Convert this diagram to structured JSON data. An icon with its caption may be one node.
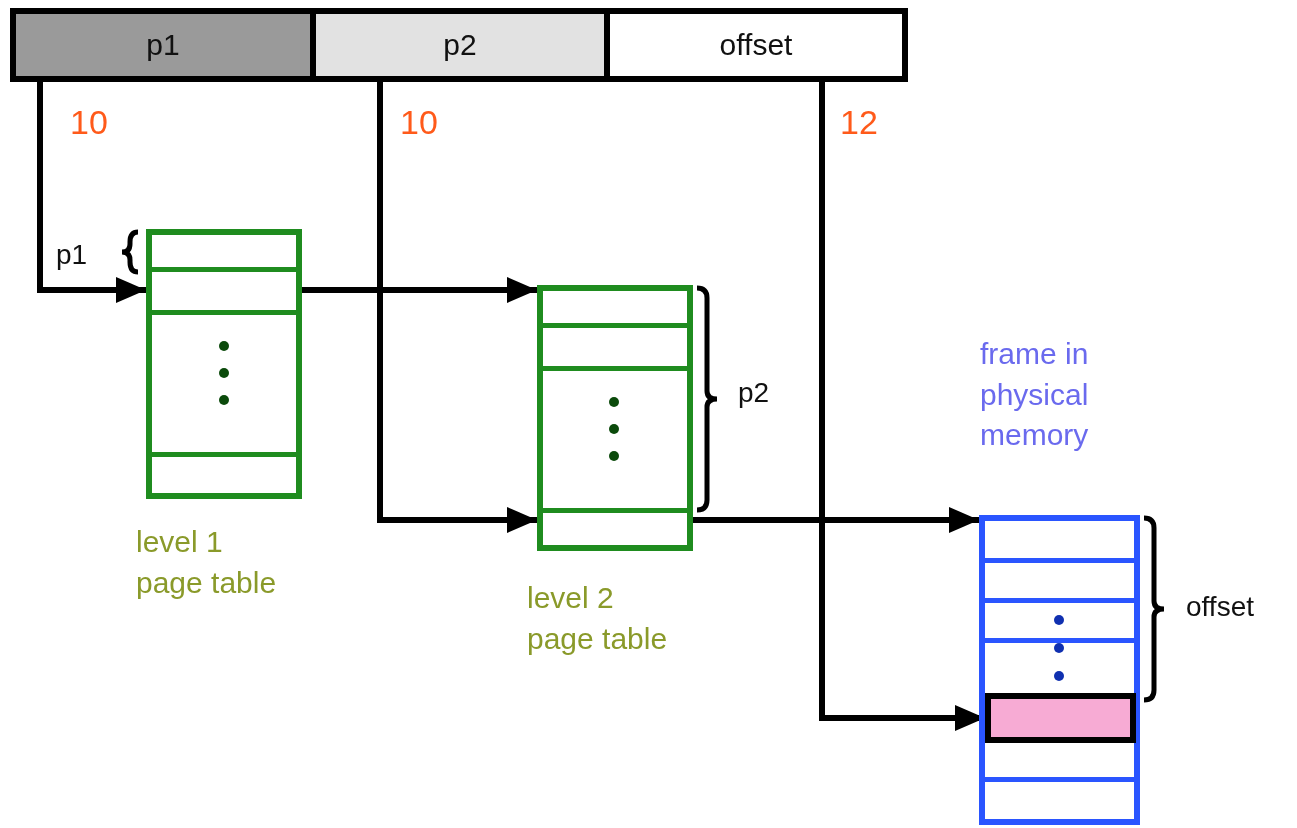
{
  "diagram": {
    "nodes": [
      {
        "text": [
          "p1"
        ]
      },
      {
        "text": [
          "p2"
        ]
      },
      {
        "text": [
          "offset"
        ]
      },
      {
        "text": [],
        "shape": "box",
        "beside": [
          "level 1 page table"
        ]
      },
      {
        "text": [],
        "shape": "box",
        "beside": [
          "level 2 page table"
        ]
      },
      {
        "text": [],
        "shape": "box",
        "beside": [
          "frame in physical memory"
        ]
      },
      {
        "text": [],
        "shape": "bar",
        "in": 5
      }
    ],
    "edges": [
      {
        "from": 0,
        "to": 3,
        "arrow": "to"
      },
      {
        "from": 3,
        "to": 4,
        "arrow": "to"
      },
      {
        "from": 1,
        "to": 4,
        "arrow": "to"
      },
      {
        "from": 4,
        "to": 5,
        "arrow": "to"
      },
      {
        "from": 2,
        "to": 6,
        "arrow": "to"
      }
    ],
    "labels": [
      "10",
      "10",
      "12",
      "p1",
      "p2",
      "offset"
    ]
  }
}
